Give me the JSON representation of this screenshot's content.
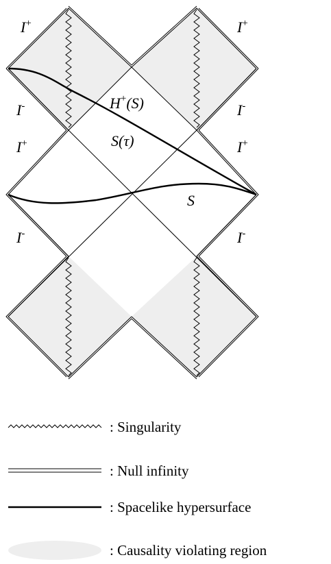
{
  "labels": {
    "future_null_infinity": "I",
    "future_sup": "+",
    "past_null_infinity": "I",
    "past_sup": "-",
    "horizon_main": "H",
    "horizon_sup": "+",
    "horizon_arg": "(S)",
    "evolved_surface": "S(τ)",
    "surface": "S"
  },
  "legend": [
    {
      "symbol": "singularity",
      "text": ": Singularity"
    },
    {
      "symbol": "null-infinity",
      "text": ": Null infinity"
    },
    {
      "symbol": "spacelike-hypersurface",
      "text": ": Spacelike hypersurface"
    },
    {
      "symbol": "causality-violating-region",
      "text": ": Causality violating region"
    }
  ],
  "colors": {
    "region_fill": "#eeeeee",
    "line": "#000000",
    "background": "#ffffff"
  }
}
